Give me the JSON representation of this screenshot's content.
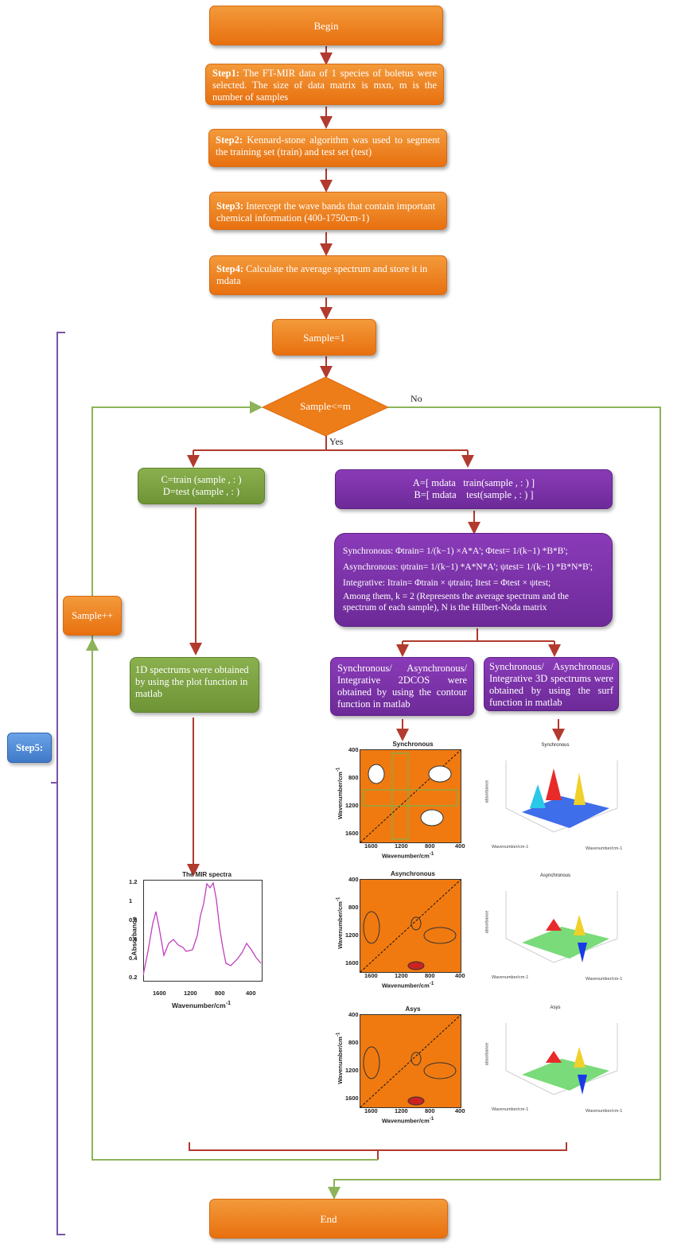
{
  "flow": {
    "begin": "Begin",
    "step1_bold": "Step1:",
    "step1_text": "The FT-MIR data of 1 species of boletus were selected. The size of data matrix is mxn, m is the number of samples",
    "step2_bold": "Step2:",
    "step2_text": "Kennard-stone algorithm was used to segment the training set (train) and test set (test)",
    "step3_bold": "Step3:",
    "step3_text": "Intercept the wave bands that contain important chemical information (400-1750cm-1)",
    "step4_bold": "Step4:",
    "step4_text": "Calculate the average spectrum and store it in mdata",
    "sample_init": "Sample=1",
    "condition": "Sample<=m",
    "no_label": "No",
    "yes_label": "Yes",
    "sample_inc": "Sample++",
    "step5": "Step5:",
    "cd_line1": "C=train (sample , : )",
    "cd_line2": "D=test (sample , : )",
    "ab_line1": "A=[ mdata   train(sample , : ) ]",
    "ab_line2": "B=[ mdata    test(sample , : ) ]",
    "formula_line1": "Synchronous: Φtrain= 1/(k−1) ×A*A';        Φtest= 1/(k−1) *B*B';",
    "formula_line2": "Asynchronous: ψtrain= 1/(k−1) *A*N*A';     ψtest= 1/(k−1) *B*N*B';",
    "formula_line3": "Integrative: Itrain= Φtrain × ψtrain;     Itest = Φtest × ψtest;",
    "formula_line4": "Among them, k = 2 (Represents the average spectrum and the spectrum of each sample), N is the Hilbert-Noda matrix",
    "oned_text": "1D spectrums were obtained by using the plot function in matlab",
    "twod_text": "Synchronous/ Asynchronous/ Integrative 2DCOS were obtained by using the contour function in matlab",
    "threed_text": "Synchronous/ Asynchronous/ Integrative 3D spectrums were obtained by using the surf function in matlab",
    "end": "End"
  },
  "mir_plot": {
    "title": "The MIR spectra",
    "ylabel": "Absorbance",
    "xlabel": "Wavenumber/cm",
    "xlabel_sup": "-1",
    "yticks": [
      "1.2",
      "1",
      "0.8",
      "0.6",
      "0.4",
      "0.2"
    ],
    "xticks": [
      "1600",
      "1200",
      "800",
      "400"
    ],
    "line_color": "#c03fc0"
  },
  "contours": [
    {
      "title": "Synchronous",
      "ylabel": "Wavenumber/cm",
      "xlabel": "Wavenumber/cm",
      "sup": "-1",
      "yticks": [
        "400",
        "800",
        "1200",
        "1600"
      ],
      "xticks": [
        "1600",
        "1200",
        "800",
        "400"
      ]
    },
    {
      "title": "Asynchronous",
      "ylabel": "Wavenumber/cm",
      "xlabel": "Wavenumber/cm",
      "sup": "-1",
      "yticks": [
        "400",
        "800",
        "1200",
        "1600"
      ],
      "xticks": [
        "1600",
        "1200",
        "800",
        "400"
      ]
    },
    {
      "title": "Asys",
      "ylabel": "Wavenumber/cm",
      "xlabel": "Wavenumber/cm",
      "sup": "-1",
      "yticks": [
        "400",
        "800",
        "1200",
        "1600"
      ],
      "xticks": [
        "1600",
        "1200",
        "800",
        "400"
      ]
    }
  ],
  "surfaces": [
    {
      "title": "Synchronous",
      "zlabel": "absorbance",
      "xlab": "Wavenumber/cm-1",
      "ylab": "Wavenumber/cm-1"
    },
    {
      "title": "Asynchronous",
      "zlabel": "absorbance",
      "xlab": "Wavenumber/cm-1",
      "ylab": "Wavenumber/cm-1"
    },
    {
      "title": "Asys",
      "zlabel": "absorbance",
      "xlab": "Wavenumber/cm-1",
      "ylab": "Wavenumber/cm-1"
    }
  ],
  "colors": {
    "orange": "#ed7d19",
    "green": "#77a040",
    "purple": "#7a30a8",
    "blue": "#4a86d4",
    "arrow": "#b23a2e",
    "loop": "#8db35a",
    "bracket": "#7a52a8"
  }
}
